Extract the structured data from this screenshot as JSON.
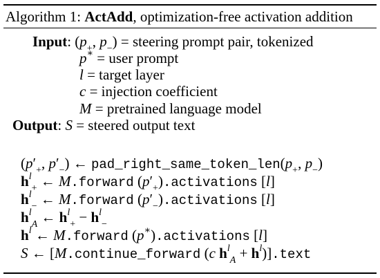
{
  "algorithm": {
    "label": "Algorithm 1:",
    "name": "ActAdd",
    "description": ", optimization-free activation addition"
  },
  "io": {
    "input_keyword": "Input",
    "output_keyword": "Output",
    "input_first": "(p₊, p₋) = steering prompt pair, tokenized",
    "inputs": [
      "p* = user prompt",
      "l = target layer",
      "c = injection coefficient",
      "M = pretrained language model"
    ],
    "output": "S = steered output text"
  },
  "steps": [
    "(p′₊, p′₋) ← pad_right_same_token_len(p₊, p₋)",
    "h^l₊ ← M.forward(p′₊).activations[l]",
    "h^l₋ ← M.forward(p′₋).activations[l]",
    "h^l_A ← h^l₊ − h^l₋",
    "h^l ← M.forward(p*).activations[l]",
    "S ← [M.continue_forward(c h^l_A + h^l)].text"
  ]
}
